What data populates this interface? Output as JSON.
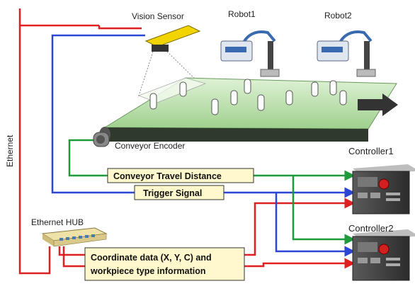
{
  "labels": {
    "vision_sensor": "Vision Sensor",
    "robot1": "Robot1",
    "robot2": "Robot2",
    "ethernet": "Ethernet",
    "conveyor_encoder": "Conveyor Encoder",
    "controller1": "Controller1",
    "controller2": "Controller2",
    "ethernet_hub": "Ethernet HUB"
  },
  "signals": {
    "conveyor_travel": "Conveyor Travel Distance",
    "trigger": "Trigger Signal",
    "coord_line1": "Coordinate data (X, Y, C) and",
    "coord_line2": "workpiece type information"
  },
  "colors": {
    "ethernet_line": "#e02020",
    "trigger_line": "#2b46d6",
    "encoder_line": "#1f9a3a",
    "conveyor_belt": "#bfe3b3",
    "sensor": "#f2d400",
    "label_box": "#fff8cc"
  },
  "icons": [
    "vision-sensor-icon",
    "scara-robot-icon",
    "conveyor-icon",
    "encoder-icon",
    "controller-icon",
    "ethernet-hub-icon",
    "arrow-right-icon"
  ]
}
